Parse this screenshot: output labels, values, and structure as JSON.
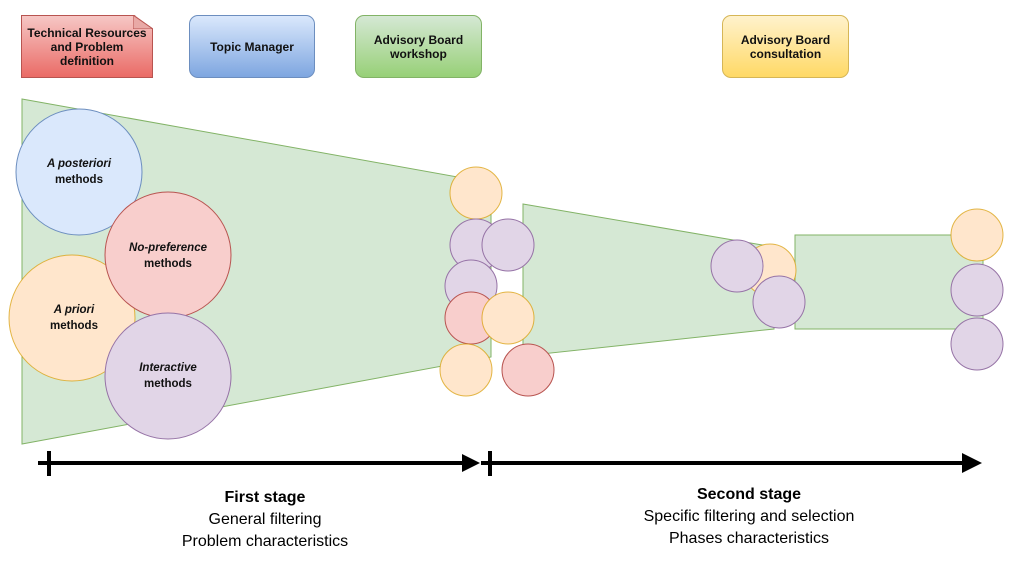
{
  "header_boxes": [
    {
      "label": "Technical Resources and Problem definition",
      "lines": [
        "Technical Resources",
        "and Problem",
        "definition"
      ],
      "color": "red",
      "shape": "note"
    },
    {
      "label": "Topic Manager",
      "lines": [
        "Topic Manager"
      ],
      "color": "blue",
      "shape": "rounded-rect"
    },
    {
      "label": "Advisory Board workshop",
      "lines": [
        "Advisory Board",
        "workshop"
      ],
      "color": "green",
      "shape": "rounded-rect"
    },
    {
      "label": "Advisory Board consultation",
      "lines": [
        "Advisory Board",
        "consultation"
      ],
      "color": "yellow",
      "shape": "rounded-rect"
    }
  ],
  "method_circles": [
    {
      "italic": "A posteriori",
      "rest": "methods",
      "color": "blue"
    },
    {
      "italic": "No-preference",
      "rest": "methods",
      "color": "red"
    },
    {
      "italic": "A priori",
      "rest": "methods",
      "color": "orange"
    },
    {
      "italic": "Interactive",
      "rest": "methods",
      "color": "purple"
    }
  ],
  "palette": {
    "funnel_fill": "#d5e8d4",
    "funnel_stroke": "#82b366",
    "blue_fill": "#dae8fc",
    "blue_stroke": "#6c8ebf",
    "red_fill": "#f8cecc",
    "red_stroke": "#b85450",
    "orange_fill": "#ffe6cc",
    "orange_stroke": "#d79b00",
    "purple_fill": "#e1d5e7",
    "purple_stroke": "#9673a6",
    "timeline": "#000000"
  },
  "stages": [
    {
      "title": "First stage",
      "lines": [
        "General filtering",
        "Problem characteristics"
      ]
    },
    {
      "title": "Second stage",
      "lines": [
        "Specific filtering and selection",
        "Phases characteristics"
      ]
    }
  ]
}
